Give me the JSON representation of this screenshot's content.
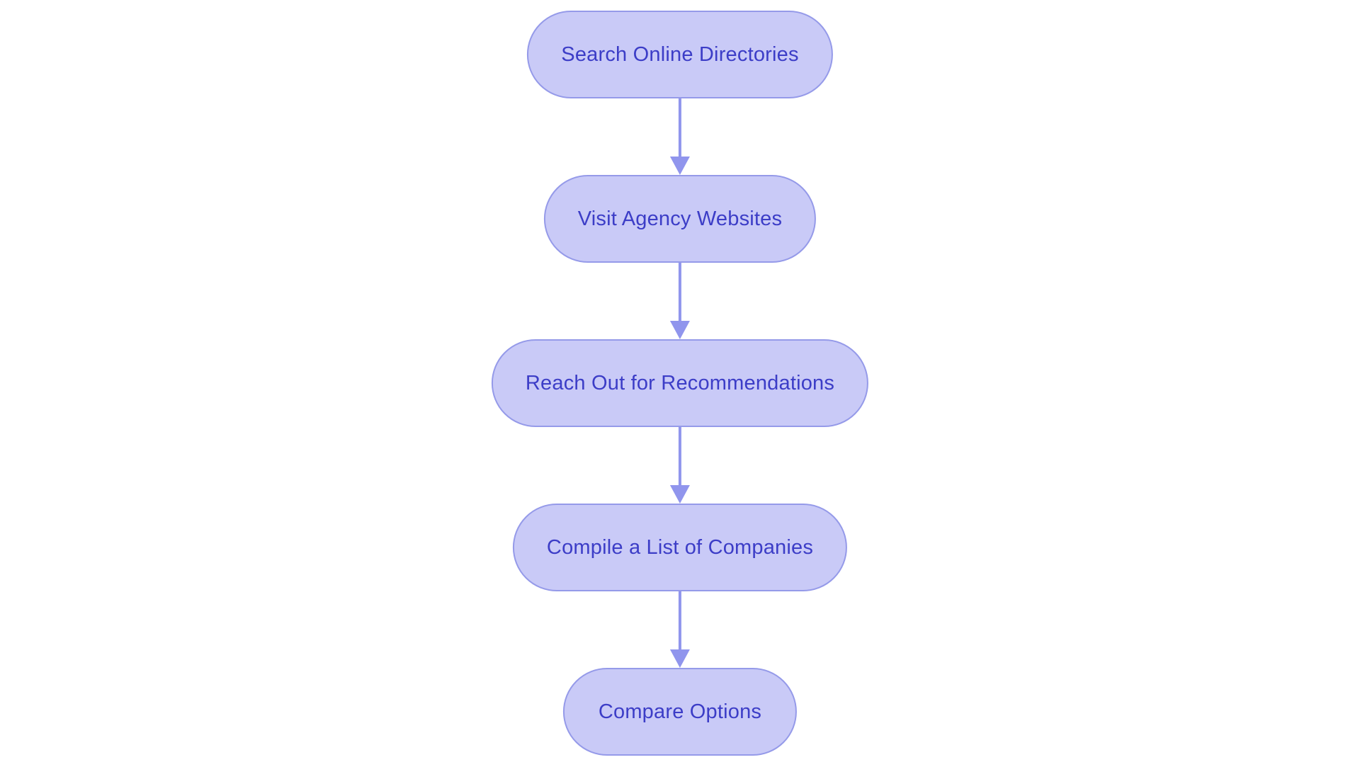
{
  "flowchart": {
    "type": "flowchart",
    "direction": "top-to-bottom",
    "steps": [
      {
        "id": 1,
        "label": "Search Online Directories"
      },
      {
        "id": 2,
        "label": "Visit Agency Websites"
      },
      {
        "id": 3,
        "label": "Reach Out for Recommendations"
      },
      {
        "id": 4,
        "label": "Compile a List of Companies"
      },
      {
        "id": 5,
        "label": "Compare Options"
      }
    ],
    "connections": [
      {
        "from": "Search Online Directories",
        "to": "Visit Agency Websites"
      },
      {
        "from": "Visit Agency Websites",
        "to": "Reach Out for Recommendations"
      },
      {
        "from": "Reach Out for Recommendations",
        "to": "Compile a List of Companies"
      },
      {
        "from": "Compile a List of Companies",
        "to": "Compare Options"
      }
    ]
  },
  "theme": {
    "background": "#ffffff",
    "node_fill": "#c9caf7",
    "node_border": "#959ae9",
    "node_text": "#3c3dc7",
    "arrow": "#9095ed"
  }
}
